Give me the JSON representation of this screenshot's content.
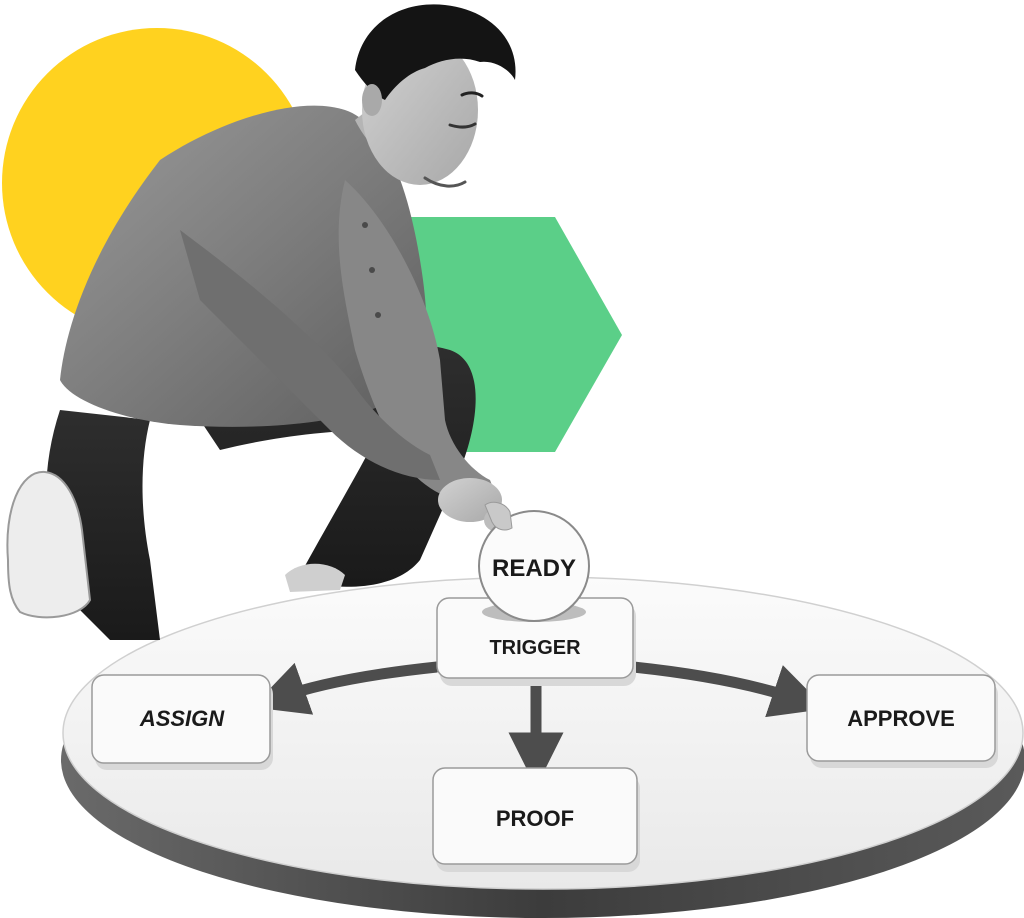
{
  "illustration": {
    "ready_token": "READY",
    "trigger_card": "TRIGGER",
    "assign_card": "ASSIGN",
    "proof_card": "PROOF",
    "approve_card": "APPROVE"
  },
  "colors": {
    "yellow_circle": "#FFD21F",
    "green_hexagon": "#5BCF88",
    "platform_top": "#F2F2F2",
    "platform_edge": "#4A4A4A",
    "card_fill": "#FAFAFA",
    "arrow": "#4D4D4D",
    "text": "#1A1A1A"
  },
  "icons": {
    "person": "person-kneeling-placing-token",
    "arrows": "flow-arrow"
  }
}
